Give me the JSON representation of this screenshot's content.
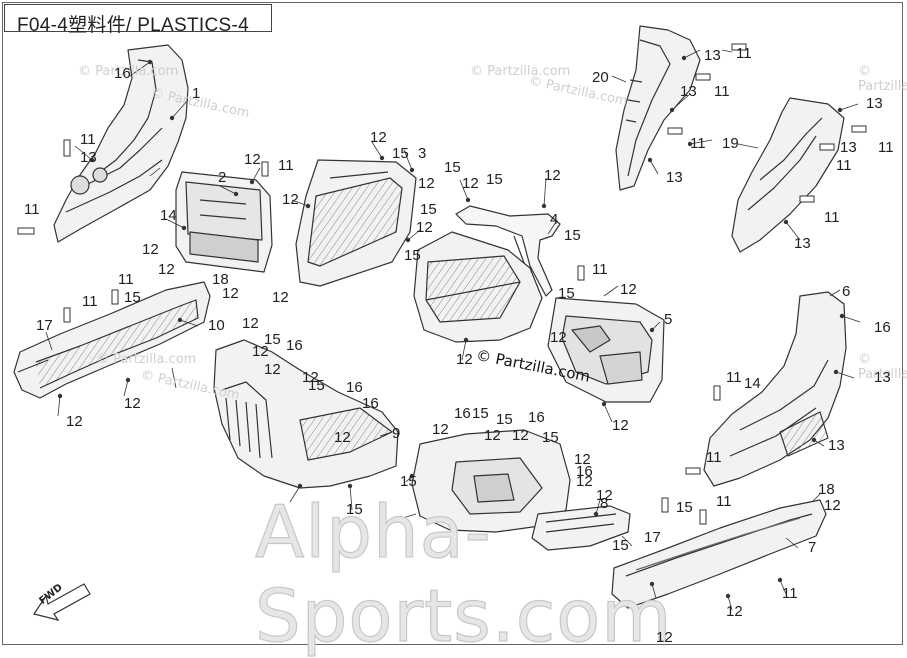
{
  "diagram": {
    "title": "F04-4塑料件/ PLASTICS-4",
    "watermark_main": "Alpha-Sports.com",
    "watermark_small": "© Partzilla.com",
    "partzilla_label": "© Partzilla.com",
    "fwd_label": "FWD",
    "callouts": {
      "c16a": "16",
      "c1": "1",
      "c11a": "11",
      "c13a": "13",
      "c11b": "11",
      "c12a": "12",
      "c11c": "11",
      "c2": "2",
      "c14a": "14",
      "c12b": "12",
      "c12c": "12",
      "c18a": "18",
      "c12d": "12",
      "c12e": "12",
      "c15a": "15",
      "c3": "3",
      "c12f": "12",
      "c12g": "12",
      "c15b": "15",
      "c12h": "12",
      "c15c": "15",
      "c12i": "12",
      "c15d": "15",
      "c12j": "12",
      "c15e": "15",
      "c12k": "12",
      "c4": "4",
      "c15f": "15",
      "c15g": "15",
      "c11d": "11",
      "c12l": "12",
      "c20": "20",
      "c13b": "13",
      "c11e": "11",
      "c13c": "13",
      "c11f": "11",
      "c11g": "11",
      "c13d": "13",
      "c13e": "13",
      "c19": "19",
      "c11h": "11",
      "c13f": "13",
      "c11i": "11",
      "c11j": "11",
      "c13g": "13",
      "c11k": "11",
      "c11l": "11",
      "c15h": "15",
      "c17a": "17",
      "c10": "10",
      "c12m": "12",
      "c12n": "12",
      "c12o": "12",
      "c15i": "15",
      "c16b": "16",
      "c12p": "12",
      "c12q": "12",
      "c15j": "15",
      "c16c": "16",
      "c12r": "12",
      "c16d": "16",
      "c9": "9",
      "c12s": "12",
      "c15k": "15",
      "c15l": "15",
      "c16e": "16",
      "c15m": "15",
      "c12t": "12",
      "c15n": "15",
      "c16f": "16",
      "c12u": "12",
      "c12v": "12",
      "c15o": "15",
      "c12w": "12",
      "c12x": "12",
      "c16g": "16",
      "c12y": "12",
      "c8": "8",
      "c15p": "15",
      "c12z": "12",
      "c5": "5",
      "c12aa": "12",
      "c12ab": "12",
      "c6": "6",
      "c16h": "16",
      "c13h": "13",
      "c11m": "11",
      "c14b": "14",
      "c13i": "13",
      "c11n": "11",
      "c11o": "11",
      "c15q": "15",
      "c17b": "17",
      "c18b": "18",
      "c12ac": "12",
      "c7": "7",
      "c11p": "11",
      "c12ad": "12",
      "c12ae": "12"
    }
  }
}
